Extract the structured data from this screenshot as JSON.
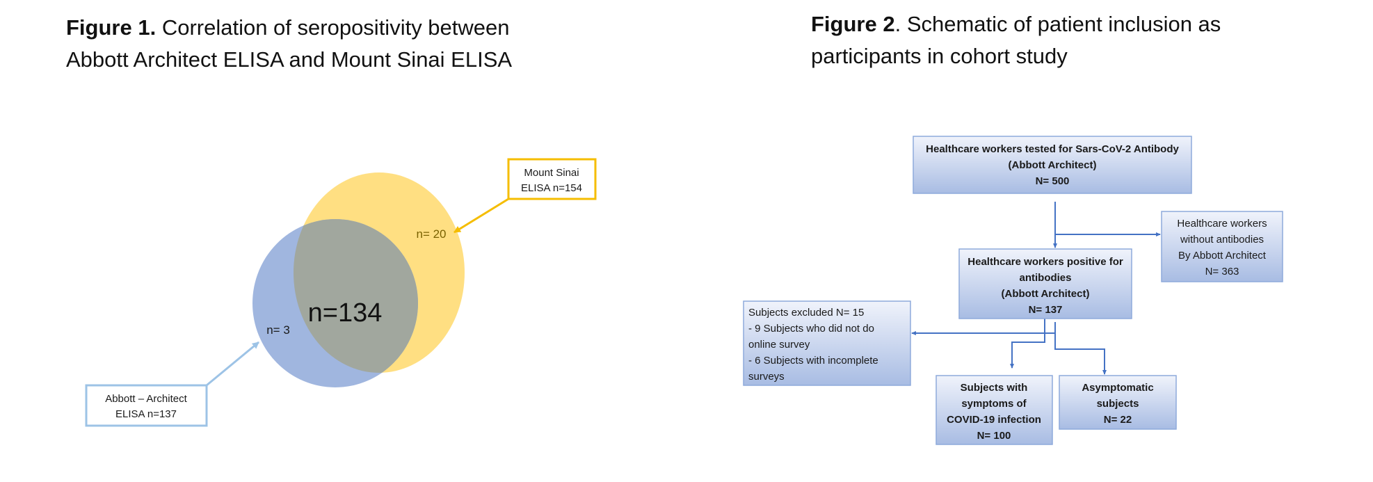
{
  "figure1": {
    "label": "Figure 1.",
    "title_line1": " Correlation of seropositivity between",
    "title_line2": "Abbott Architect ELISA and Mount Sinai ELISA",
    "venn": {
      "intersection": "n=134",
      "abbott_only": "n= 3",
      "sinai_only": "n= 20",
      "sinai_label_line1": "Mount Sinai",
      "sinai_label_line2": "ELISA n=154",
      "abbott_label_line1": "Abbott – Architect",
      "abbott_label_line2": "ELISA n=137",
      "colors": {
        "abbott": "#a0b6df",
        "sinai": "#ffdf82",
        "overlap": "#a1a79e",
        "sinai_border": "#f5bd00",
        "abbott_border": "#9dc3e6"
      }
    }
  },
  "figure2": {
    "label": "Figure 2",
    "title_line1": ". Schematic of patient inclusion as",
    "title_line2": "participants in cohort study",
    "boxes": {
      "tested": [
        "Healthcare workers tested for Sars-CoV-2  Antibody",
        "(Abbott Architect)",
        "N= 500"
      ],
      "negative": [
        "Healthcare workers",
        "without antibodies",
        "By Abbott Architect",
        "N= 363"
      ],
      "positive": [
        "Healthcare workers positive for",
        "antibodies",
        "(Abbott Architect)",
        "N= 137"
      ],
      "excluded": [
        "Subjects excluded N= 15",
        "- 9 Subjects who did not do",
        "online survey",
        "- 6 Subjects with incomplete",
        "surveys"
      ],
      "symptomatic": [
        "Subjects with",
        "symptoms of",
        "COVID-19 infection",
        "N= 100"
      ],
      "asymptomatic": [
        "Asymptomatic",
        "subjects",
        "N= 22"
      ]
    },
    "colors": {
      "line": "#4472c4",
      "box_top": "#f0f3fb",
      "box_bottom": "#a8bce3",
      "box_border": "#8eaadb"
    }
  }
}
